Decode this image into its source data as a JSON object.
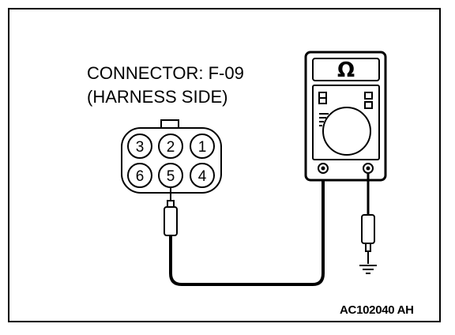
{
  "connector": {
    "title_line1": "CONNECTOR: F-09",
    "title_line2": "(HARNESS SIDE)",
    "pins": [
      "1",
      "2",
      "3",
      "4",
      "5",
      "6"
    ]
  },
  "meter": {
    "display_symbol": "Ω"
  },
  "figure_code": "AC102040 AH",
  "colors": {
    "line": "#000000",
    "background": "#ffffff"
  }
}
